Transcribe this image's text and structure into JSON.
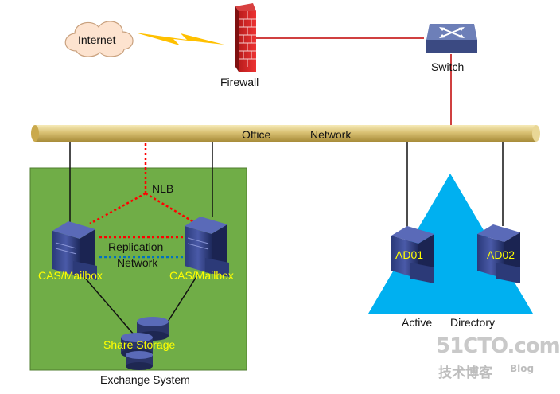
{
  "internet": {
    "label": "Internet"
  },
  "firewall": {
    "label": "Firewall"
  },
  "switch": {
    "label": "Switch"
  },
  "office_network": {
    "label_left": "Office",
    "label_right": "Network"
  },
  "exchange": {
    "nlb_label": "NLB",
    "replication_label_1": "Replication",
    "replication_label_2": "Network",
    "server_left_label": "CAS/Mailbox",
    "server_right_label": "CAS/Mailbox",
    "storage_label": "Share Storage",
    "system_label": "Exchange System"
  },
  "active_directory": {
    "dc1_label": "AD01",
    "dc2_label": "AD02",
    "label_left": "Active",
    "label_right": "Directory"
  },
  "watermark": {
    "site": "51CTO.com",
    "chinese": "技术博客",
    "blog": "Blog"
  },
  "colors": {
    "exchange_bg": "#70ad47",
    "ad_triangle": "#00b0f0",
    "wan_link": "#ffc000",
    "lan_link": "#c00000",
    "nlb_link": "#ff0000",
    "replication_blue": "#0070c0",
    "server_label": "#ffff00"
  }
}
